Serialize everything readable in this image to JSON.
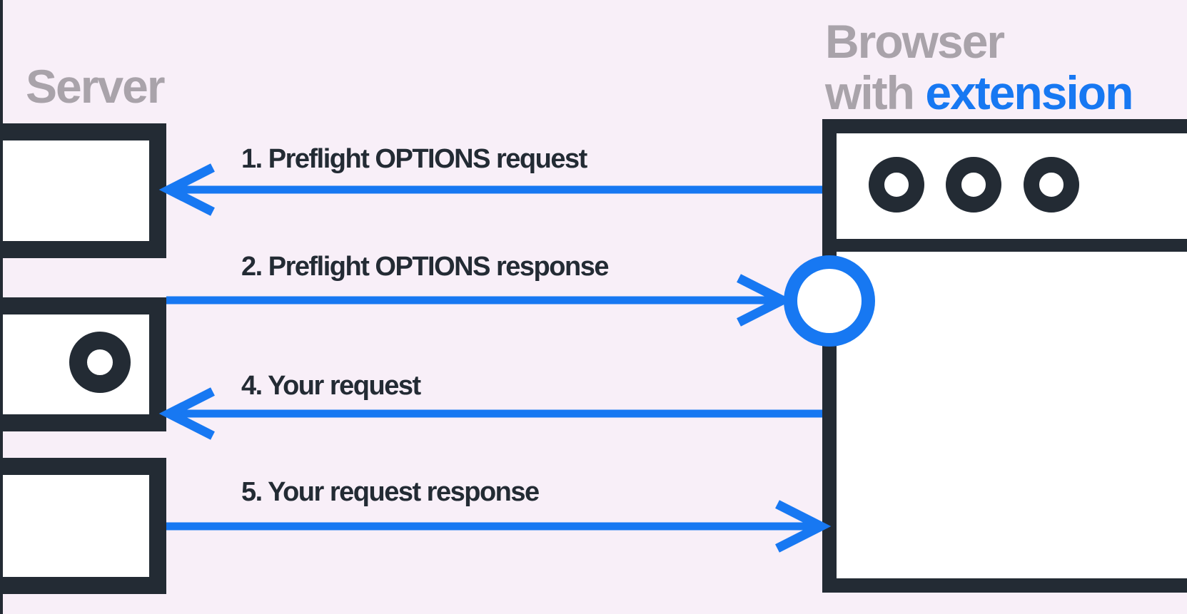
{
  "palette": {
    "background": "#f8eff8",
    "dark": "#232b34",
    "blue": "#1778f2",
    "gray": "#a9a3aa",
    "white": "#ffffff"
  },
  "server": {
    "title": "Server"
  },
  "browser": {
    "title_line1": "Browser",
    "title_line2_prefix": "with",
    "title_line2_highlight": "extension"
  },
  "arrows": [
    {
      "label": "1. Preflight OPTIONS request",
      "direction": "left"
    },
    {
      "label": "2. Preflight OPTIONS response",
      "direction": "right"
    },
    {
      "label": "4. Your request",
      "direction": "left"
    },
    {
      "label": "5. Your request response",
      "direction": "right"
    }
  ]
}
